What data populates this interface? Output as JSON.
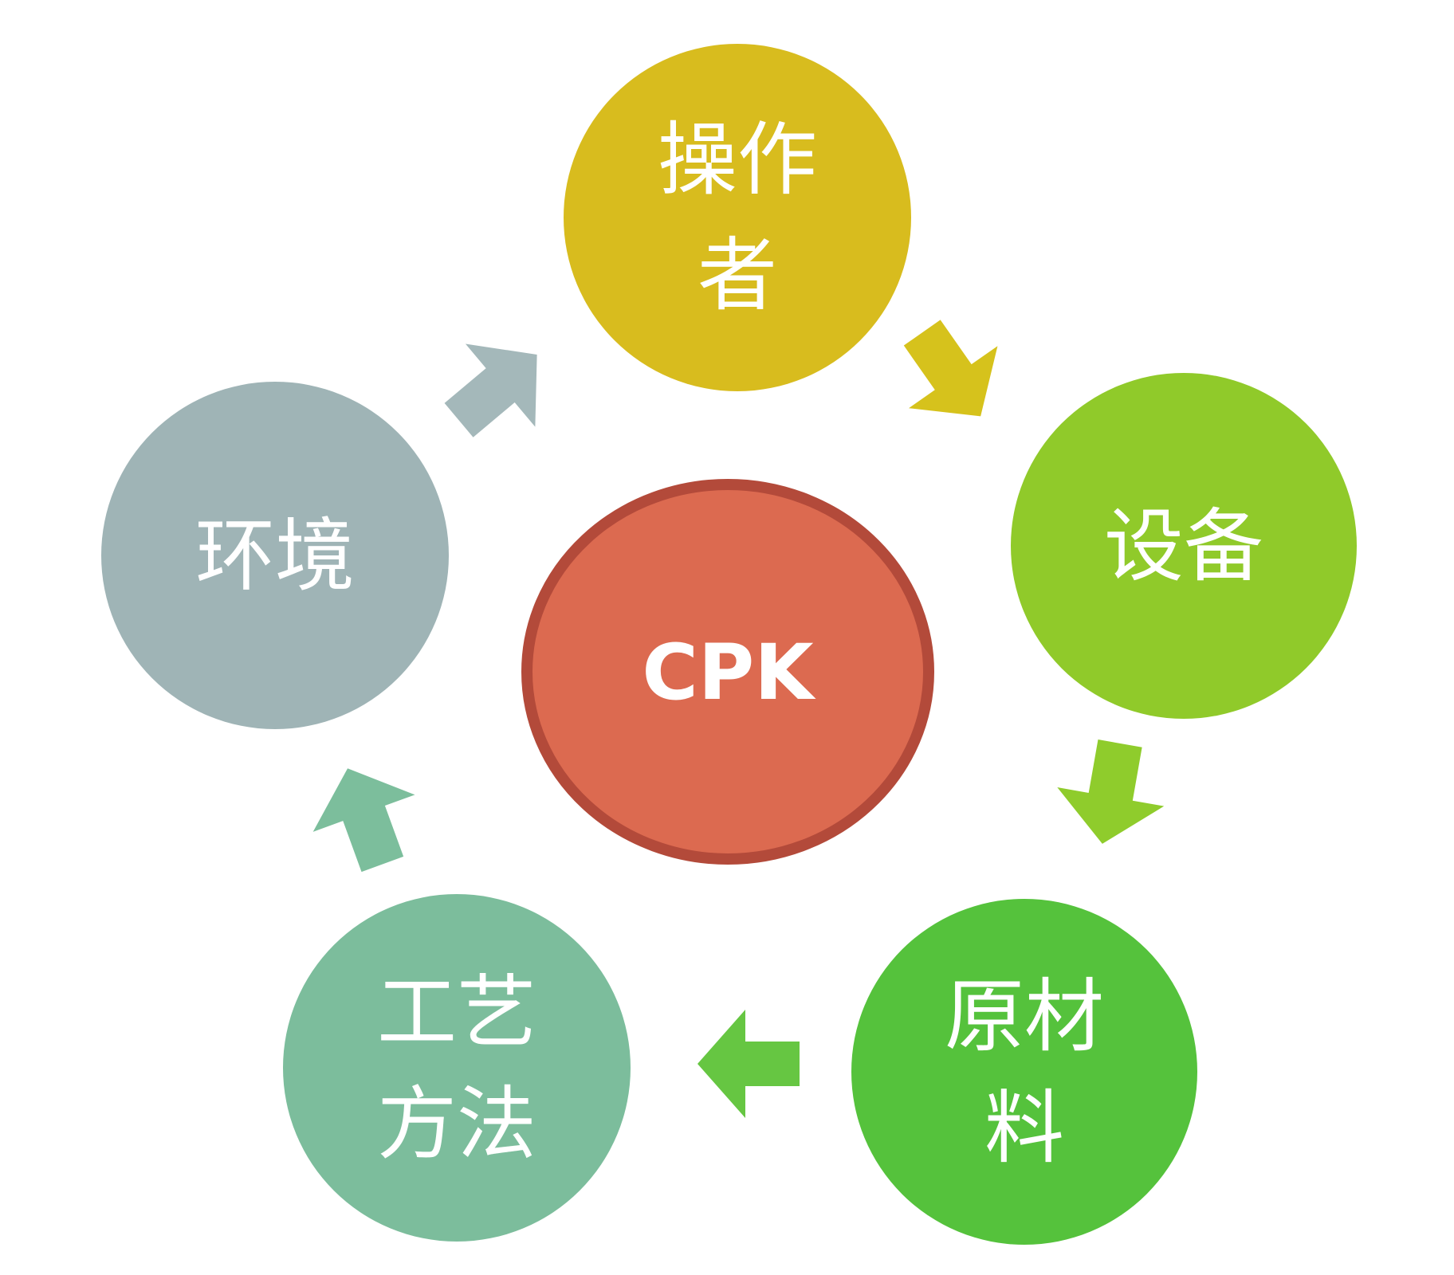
{
  "center": {
    "label": "CPK",
    "color": "#dc6a50",
    "border_color": "#b34a3a"
  },
  "nodes": [
    {
      "id": "operator",
      "lines": [
        "操作",
        "者"
      ],
      "color": "#d8bc1e"
    },
    {
      "id": "equipment",
      "lines": [
        "设备"
      ],
      "color": "#90ca2a"
    },
    {
      "id": "material",
      "lines": [
        "原材",
        "料"
      ],
      "color": "#55c23c"
    },
    {
      "id": "process",
      "lines": [
        "工艺",
        "方法"
      ],
      "color": "#7cbd9c"
    },
    {
      "id": "environment",
      "lines": [
        "环境"
      ],
      "color": "#9fb4b6"
    }
  ],
  "arrows": [
    {
      "from": "operator",
      "to": "equipment",
      "color": "#d6c21c"
    },
    {
      "from": "equipment",
      "to": "material",
      "color": "#8fcc2c"
    },
    {
      "from": "material",
      "to": "process",
      "color": "#66c642"
    },
    {
      "from": "process",
      "to": "environment",
      "color": "#7cbe9c"
    },
    {
      "from": "environment",
      "to": "operator",
      "color": "#a4b8ba"
    }
  ]
}
